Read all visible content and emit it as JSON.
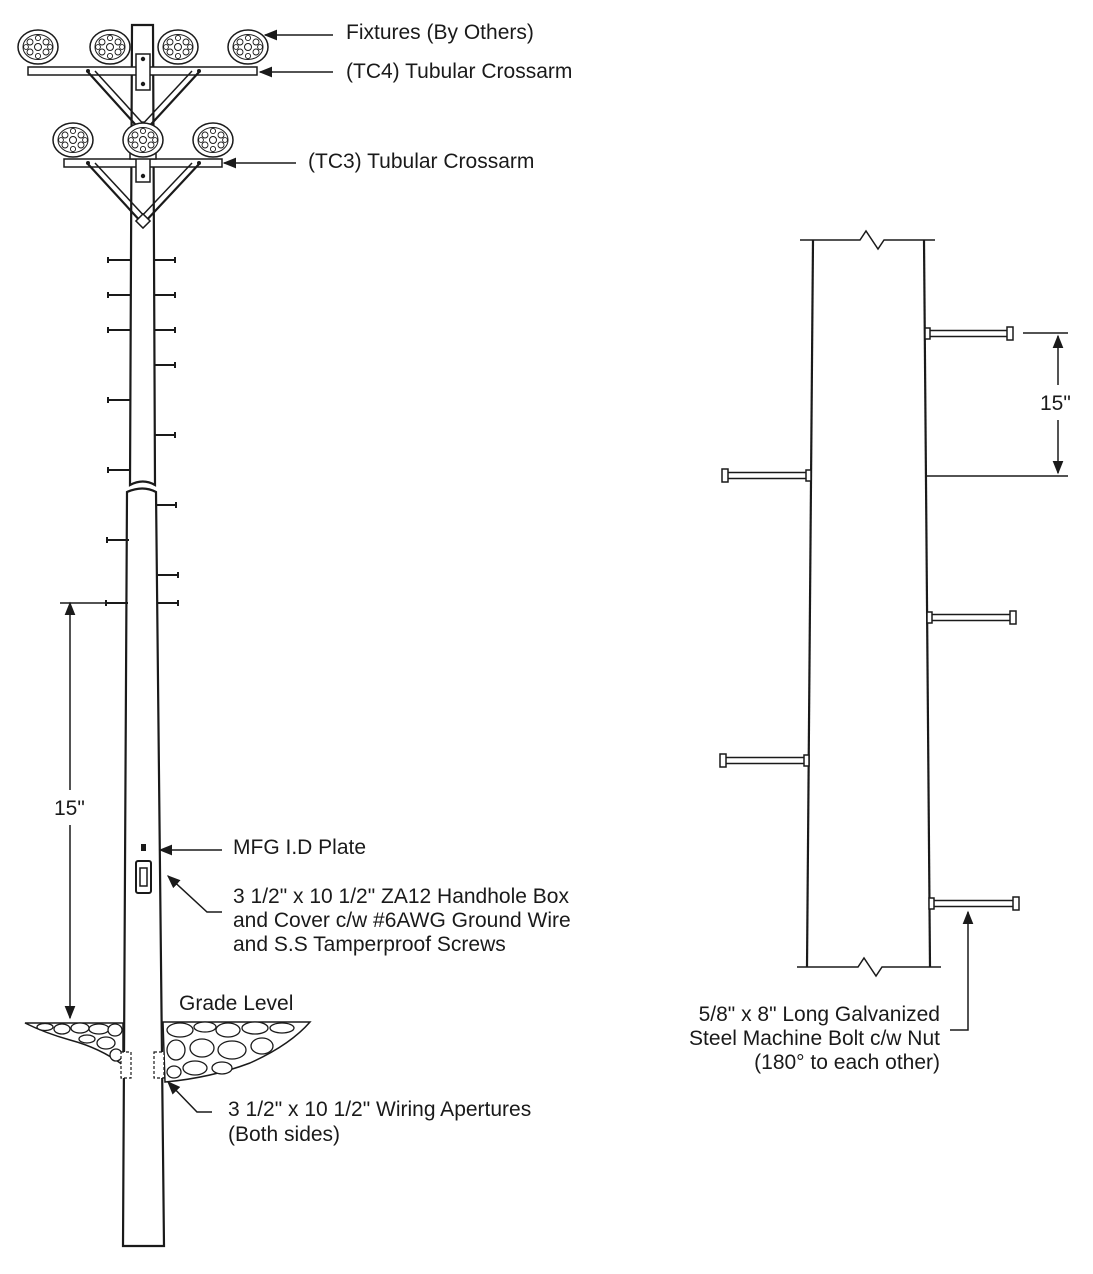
{
  "labels": {
    "fixtures": "Fixtures (By Others)",
    "tc4": "(TC4) Tubular Crossarm",
    "tc3": "(TC3) Tubular Crossarm",
    "dim_left": "15\"",
    "dim_right": "15\"",
    "mfg_plate": "MFG I.D Plate",
    "handhole_1": "3 1/2\" x 10 1/2\" ZA12 Handhole Box",
    "handhole_2": "and Cover c/w #6AWG Ground Wire",
    "handhole_3": "and S.S Tamperproof Screws",
    "grade_level": "Grade Level",
    "apertures_1": "3 1/2\" x 10 1/2\" Wiring Apertures",
    "apertures_2": "(Both sides)",
    "bolt_1": "5/8\" x 8\" Long Galvanized",
    "bolt_2": "Steel Machine Bolt c/w Nut",
    "bolt_3": "(180° to each other)"
  }
}
